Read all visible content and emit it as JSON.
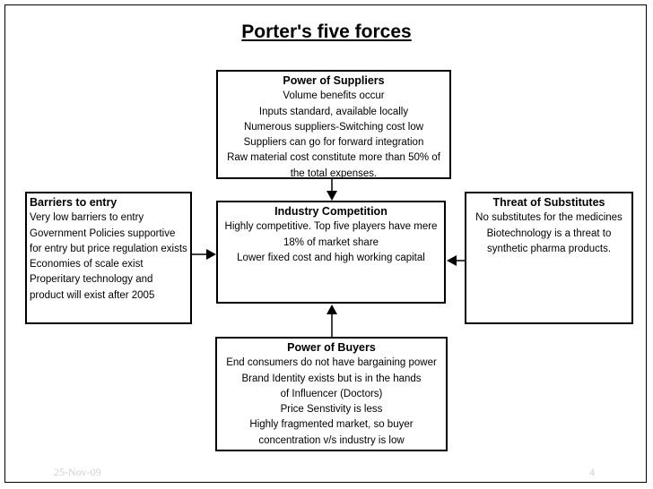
{
  "title": "Porter's five forces",
  "suppliers": {
    "heading": "Power of Suppliers",
    "lines": [
      "Volume benefits occur",
      "Inputs standard, available locally",
      "Numerous suppliers-Switching cost low",
      "Suppliers can go for forward integration",
      "Raw material cost constitute more than 50% of",
      "the total expenses."
    ]
  },
  "industry": {
    "heading": "Industry Competition",
    "lines": [
      "Highly competitive. Top five players have mere",
      "18% of market share",
      "Lower fixed cost and high working capital"
    ]
  },
  "barriers": {
    "heading": "Barriers to entry",
    "lines": [
      "Very low barriers to entry",
      "Government Policies supportive",
      "for entry but price regulation exists",
      "Economies of scale exist",
      "Properitary technology and",
      "product will exist after 2005"
    ]
  },
  "substitutes": {
    "heading": "Threat of Substitutes",
    "lines": [
      "No substitutes for the medicines",
      "Biotechnology is a threat to",
      "synthetic pharma products."
    ]
  },
  "buyers": {
    "heading": "Power of Buyers",
    "lines": [
      "End consumers do not have bargaining power",
      "Brand Identity exists but is in the hands",
      "of Influencer (Doctors)",
      "Price Senstivity is less",
      "Highly fragmented market, so buyer",
      "concentration v/s industry is low"
    ]
  },
  "footer": {
    "date": "25-Nov-09",
    "page": "4"
  }
}
